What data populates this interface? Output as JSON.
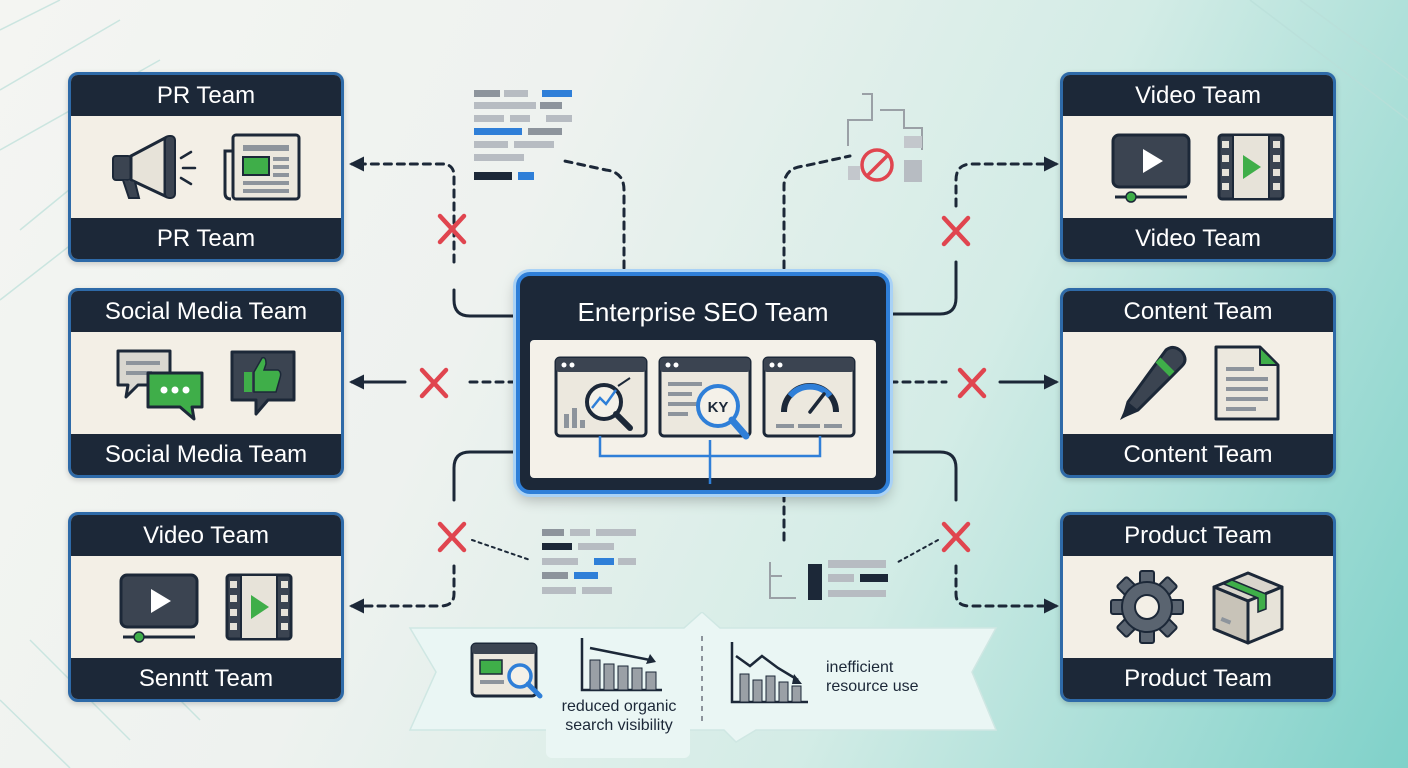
{
  "center": {
    "title": "Enterprise SEO Team",
    "tool_icons": [
      "analytics-chart-icon",
      "keyword-search-icon",
      "speed-gauge-icon"
    ],
    "keyword_badge": "KY"
  },
  "teams": {
    "pr": {
      "top_label": "PR Team",
      "bottom_label": "PR Team",
      "icons": [
        "megaphone-icon",
        "newspaper-icon"
      ]
    },
    "social": {
      "top_label": "Social Media Team",
      "bottom_label": "Social Media Team",
      "icons": [
        "chat-bubbles-icon",
        "thumbs-up-icon"
      ]
    },
    "video_left": {
      "top_label": "Video Team",
      "bottom_label": "Senntt Team",
      "icons": [
        "video-player-icon",
        "film-strip-icon"
      ]
    },
    "video_right": {
      "top_label": "Video Team",
      "bottom_label": "Video Team",
      "icons": [
        "video-player-icon",
        "film-strip-icon"
      ]
    },
    "content": {
      "top_label": "Content Team",
      "bottom_label": "Content Team",
      "icons": [
        "pen-icon",
        "document-icon"
      ]
    },
    "product": {
      "top_label": "Product Team",
      "bottom_label": "Product Team",
      "icons": [
        "gear-icon",
        "package-box-icon"
      ]
    }
  },
  "impacts": {
    "visibility": "reduced organic search visibility",
    "visibility_line1": "reduced organic",
    "visibility_line2": "search visibility",
    "resources": "inefficient resource use",
    "resources_line1": "inefficient",
    "resources_line2": "resource use"
  },
  "colors": {
    "navy": "#1c2838",
    "card_border": "#2e6aa8",
    "seo_border": "#2f7fd8",
    "broken_link_red": "#e0454f",
    "accent_green": "#3fae49",
    "card_fill": "#f3efe6"
  }
}
